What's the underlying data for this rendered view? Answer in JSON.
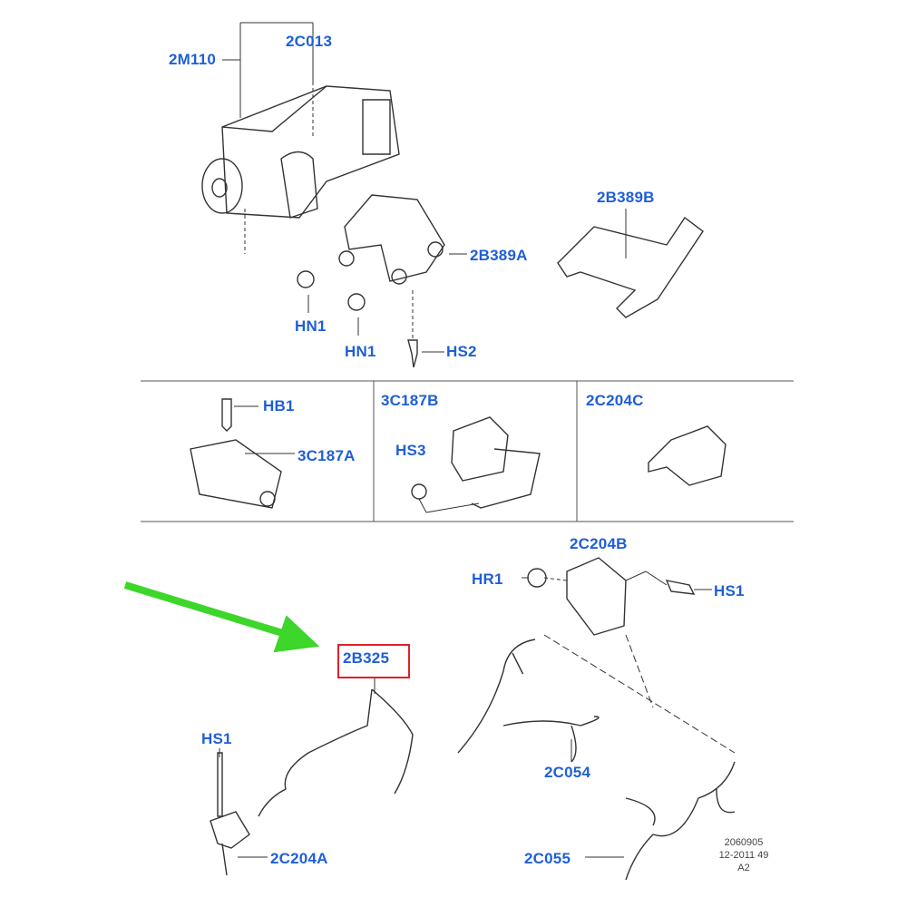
{
  "labels": {
    "l2M110": "2M110",
    "l2C013": "2C013",
    "l2B389B": "2B389B",
    "l2B389A": "2B389A",
    "lHN1a": "HN1",
    "lHN1b": "HN1",
    "lHS2": "HS2",
    "lHB1": "HB1",
    "l3C187A": "3C187A",
    "l3C187B": "3C187B",
    "lHS3": "HS3",
    "l2C204C": "2C204C",
    "l2C204B": "2C204B",
    "lHR1": "HR1",
    "lHS1a": "HS1",
    "l2B325": "2B325",
    "lHS1b": "HS1",
    "l2C204A": "2C204A",
    "l2C054": "2C054",
    "l2C055": "2C055"
  },
  "drawing_code": [
    "2060905",
    "12-2011 49",
    "A2"
  ],
  "colors": {
    "label": "#1f5fd6",
    "highlight_box": "#e0202a",
    "arrow": "#3dd62a",
    "line": "#333333"
  }
}
